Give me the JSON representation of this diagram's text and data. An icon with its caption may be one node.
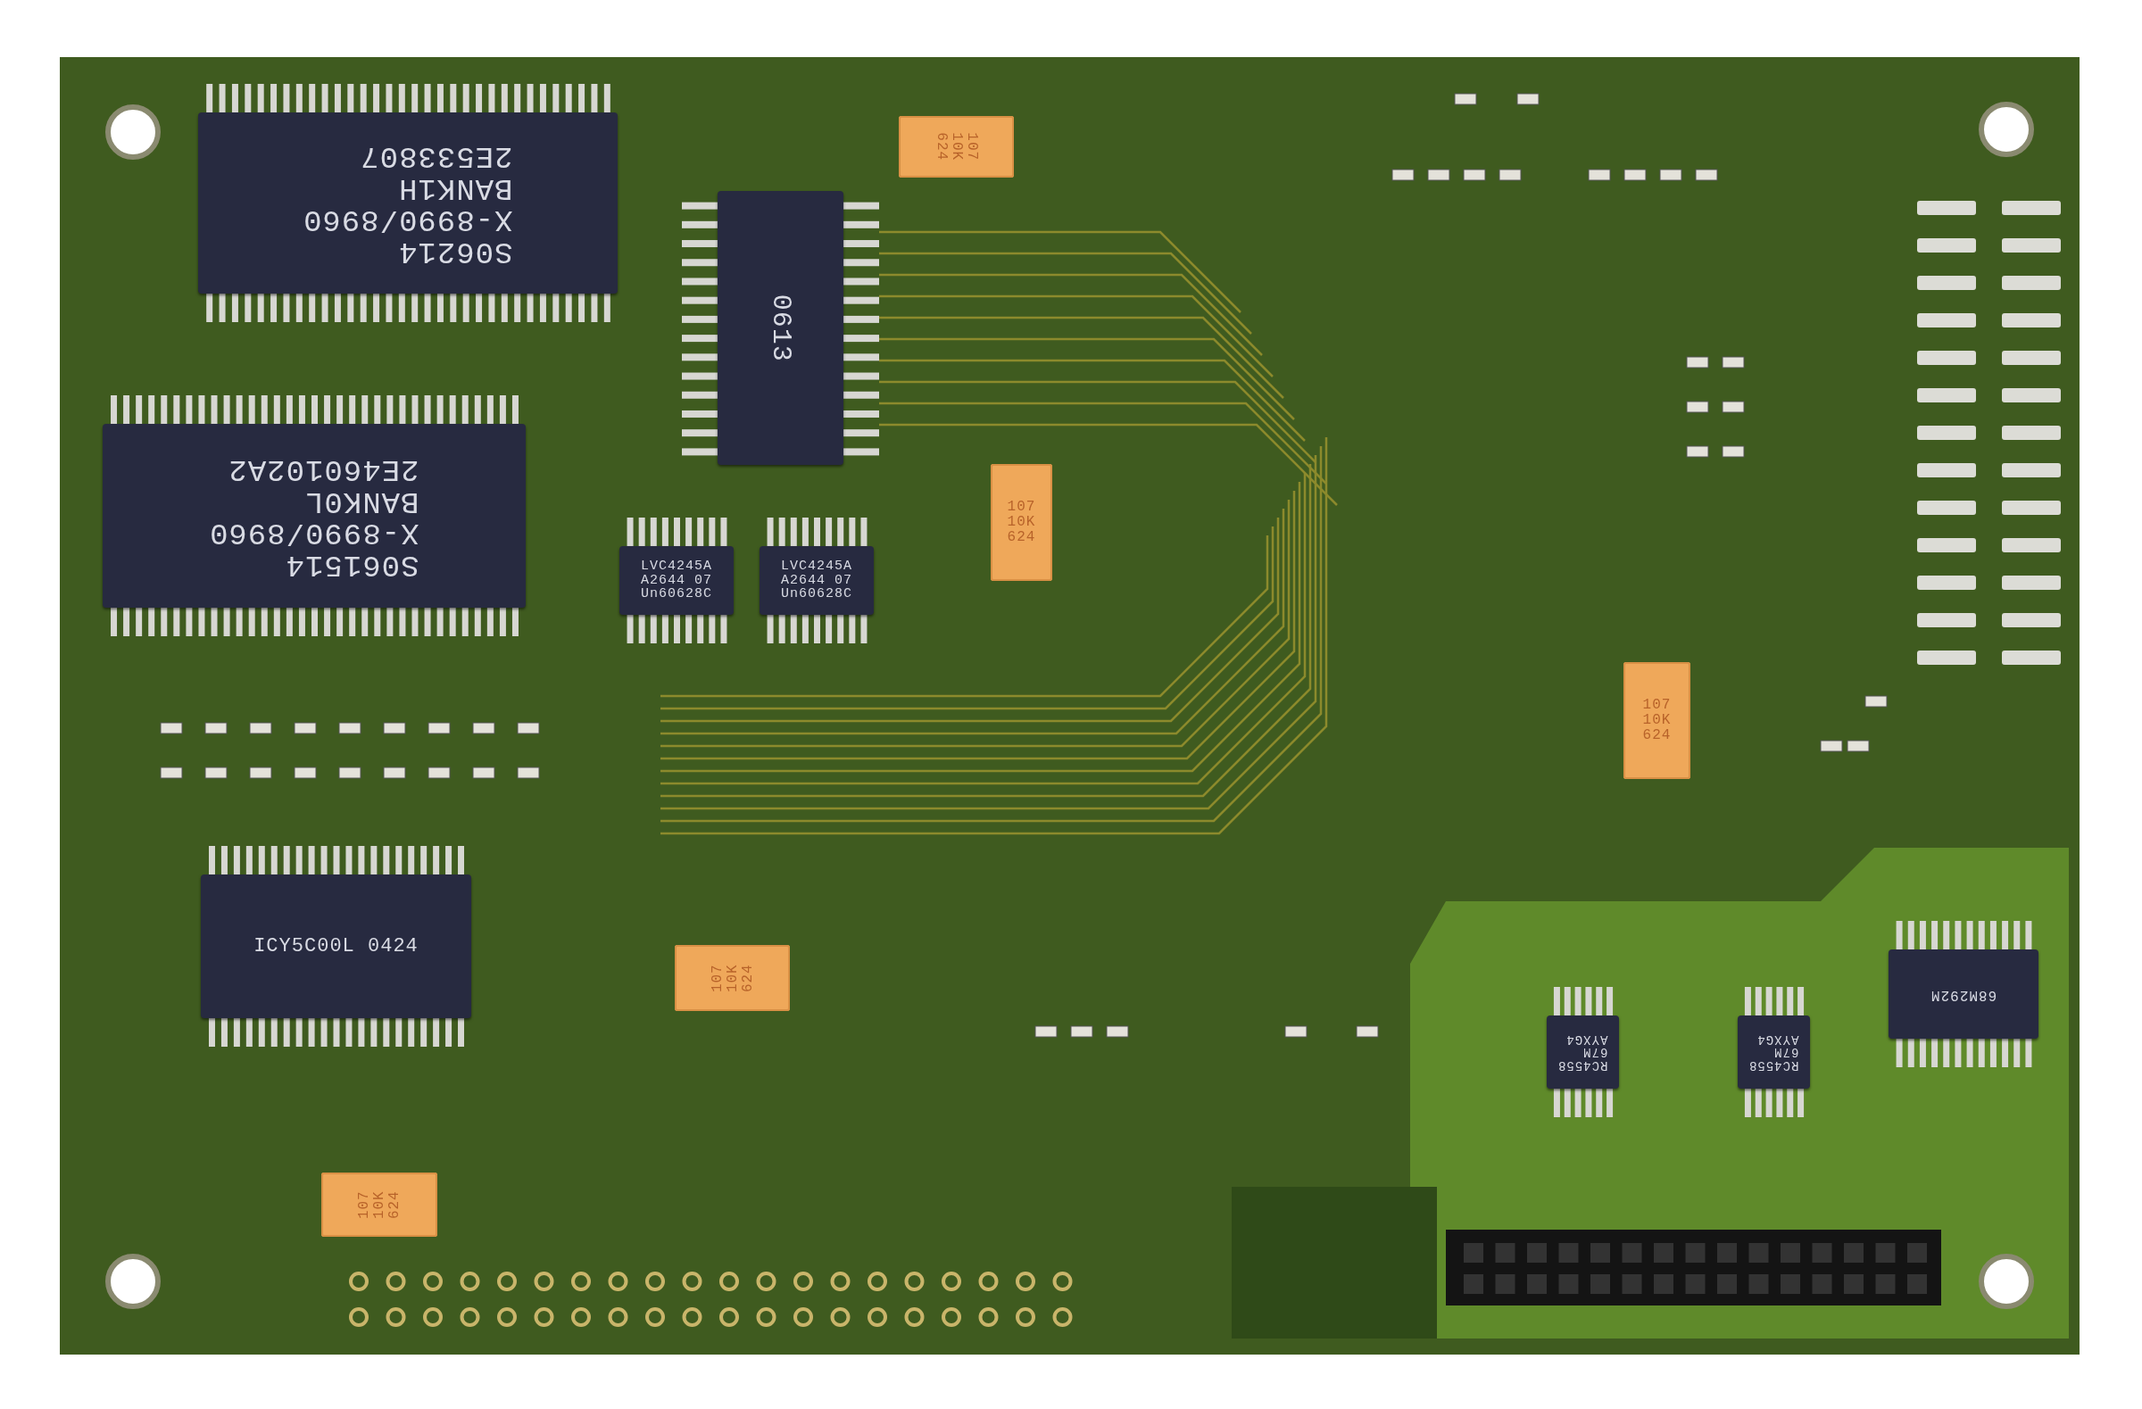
{
  "diagram": {
    "nodes": [
      {
        "text": [
          "S06214",
          "X-8990/8960",
          "BANK1H",
          "2E533807"
        ]
      },
      {
        "text": [
          "S061514",
          "X-8990/8960",
          "BANK0L",
          "2E460102A2"
        ]
      },
      {
        "text": [
          "0613"
        ]
      },
      {
        "text": [
          "LVC4245A",
          "A2644 07",
          "Un60628C"
        ]
      },
      {
        "text": [
          "LVC4245A",
          "A2644 07",
          "Un60628C"
        ]
      },
      {
        "text": [
          "ICY5C00L 0424"
        ]
      },
      {
        "text": [
          "107",
          "10K",
          "624"
        ]
      },
      {
        "text": [
          "107",
          "10K",
          "624"
        ]
      },
      {
        "text": [
          "107",
          "10K",
          "624"
        ]
      },
      {
        "text": [
          "107",
          "10K",
          "624"
        ]
      },
      {
        "text": [
          "107",
          "10K",
          "624"
        ]
      },
      {
        "text": [
          "RC4558",
          "67M",
          "AYXG4"
        ]
      },
      {
        "text": [
          "RC4558",
          "67M",
          "AYXG4"
        ]
      },
      {
        "text": [
          "68M292M"
        ]
      }
    ]
  }
}
